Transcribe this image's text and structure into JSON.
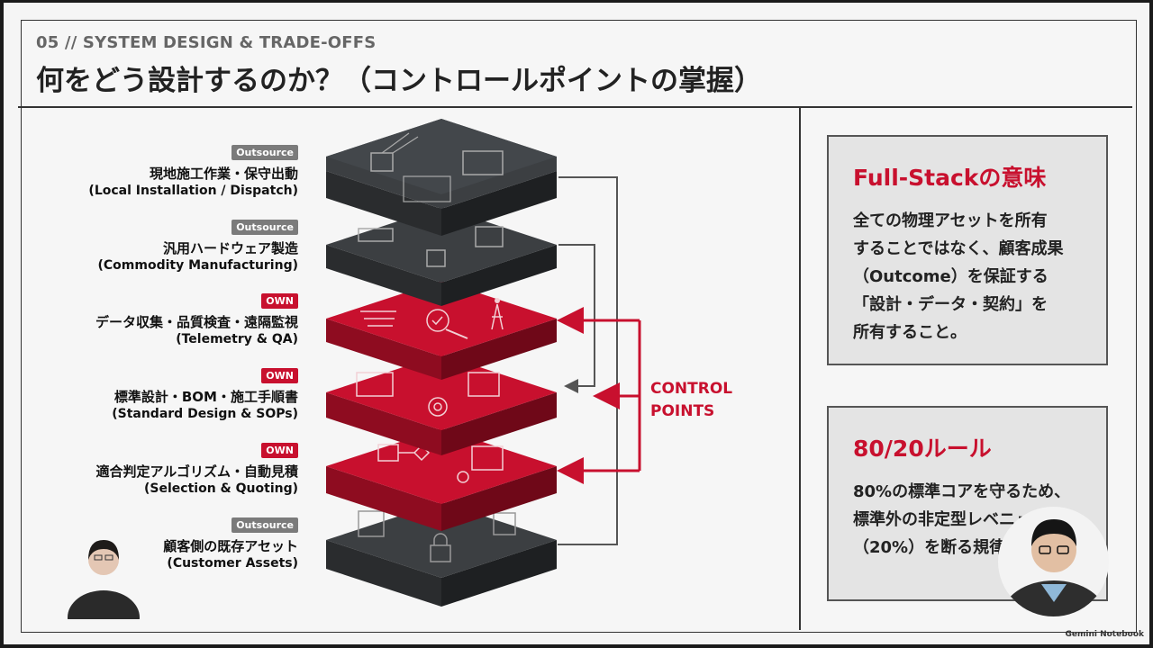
{
  "header": {
    "subtitle": "05 // SYSTEM DESIGN & TRADE-OFFS",
    "title": "何をどう設計するのか？（コントロールポイントの掌握）"
  },
  "layers": [
    {
      "badge": "Outsource",
      "type": "out",
      "jp": "現地施工作業・保守出動",
      "en": "(Local Installation / Dispatch)"
    },
    {
      "badge": "Outsource",
      "type": "out",
      "jp": "汎用ハードウェア製造",
      "en": "(Commodity Manufacturing)"
    },
    {
      "badge": "OWN",
      "type": "own",
      "jp": "データ収集・品質検査・遠隔監視",
      "en": "(Telemetry & QA)"
    },
    {
      "badge": "OWN",
      "type": "own",
      "jp": "標準設計・BOM・施工手順書",
      "en": "(Standard Design & SOPs)"
    },
    {
      "badge": "OWN",
      "type": "own",
      "jp": "適合判定アルゴリズム・自動見積",
      "en": "(Selection & Quoting)"
    },
    {
      "badge": "Outsource",
      "type": "out",
      "jp": "顧客側の既存アセット",
      "en": "(Customer Assets)"
    }
  ],
  "control_points": {
    "line1": "CONTROL",
    "line2": "POINTS"
  },
  "cards": [
    {
      "title": "Full-Stackの意味",
      "body": "全ての物理アセットを所有\nすることではなく、顧客成果\n（Outcome）を保証する\n「設計・データ・契約」を\n所有すること。"
    },
    {
      "title": "80/20ルール",
      "body": "80%の標準コアを守るため、\n標準外の非定型レベニュー\n（20%）を断る規律が"
    }
  ],
  "brand": "Gemini Notebook",
  "colors": {
    "accent": "#c8102e",
    "dark_layer": "#3c3f42",
    "outsource_badge": "#7b7b7b"
  }
}
